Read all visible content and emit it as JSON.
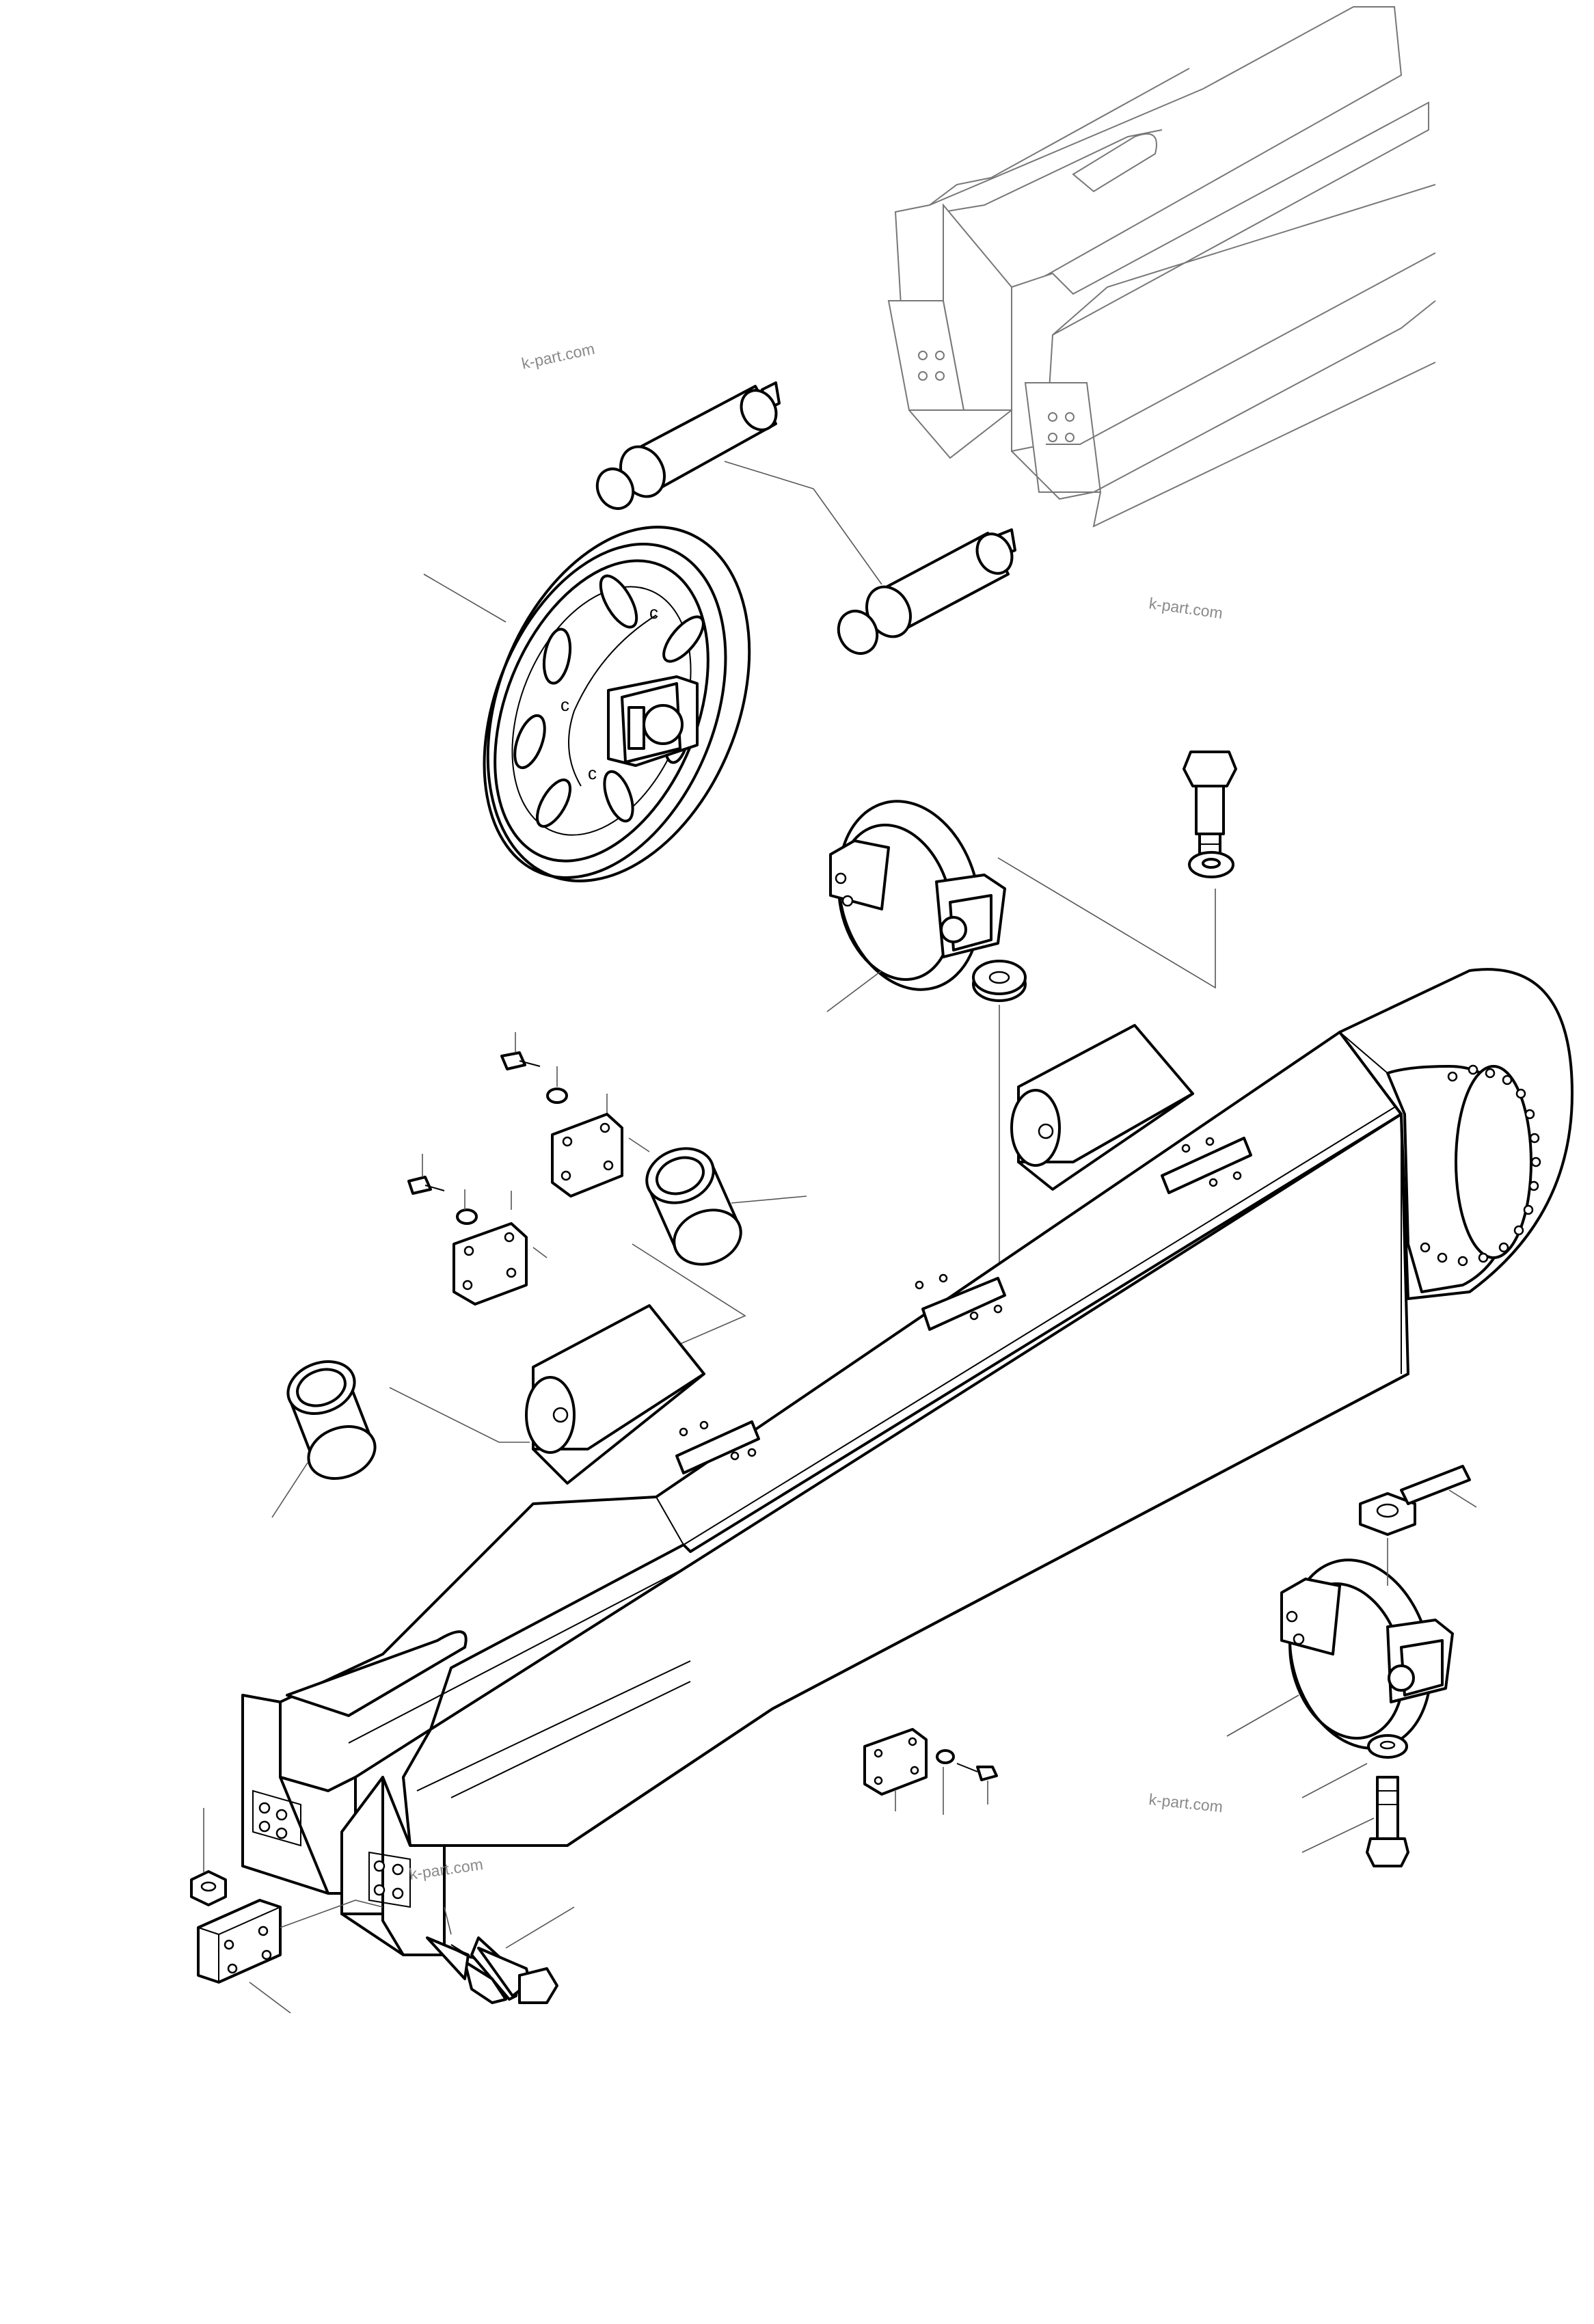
{
  "watermarks": [
    "k-part.com",
    "k-part.com",
    "k-part.com",
    "k-part.com"
  ],
  "parts": [
    "track-frame",
    "front-idler-wheel",
    "idler-axle-upper",
    "idler-axle-lower",
    "track-roller-upper",
    "track-roller-lower",
    "bushing-left",
    "bushing-center",
    "cover-plate",
    "screw",
    "washer",
    "hex-bolt",
    "hex-nut",
    "end-block",
    "machine-frame-reference"
  ]
}
